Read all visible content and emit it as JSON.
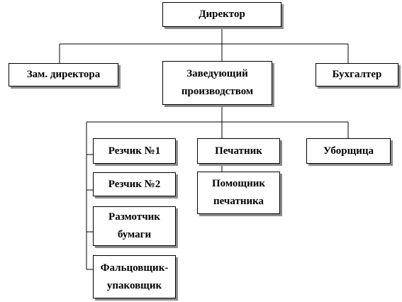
{
  "org_chart": {
    "director": "Директор",
    "deputy_director": "Зам. директора",
    "production_head": "Заведующий\nпроизводством",
    "accountant": "Бухгалтер",
    "cutter_1": "Резчик №1",
    "cutter_2": "Резчик №2",
    "paper_unwinder": "Размотчик\nбумаги",
    "folder_packer": "Фальцовщик-\nупаковщик",
    "printer": "Печатник",
    "printer_assistant": "Помощник\nпечатника",
    "cleaner": "Уборщица"
  }
}
